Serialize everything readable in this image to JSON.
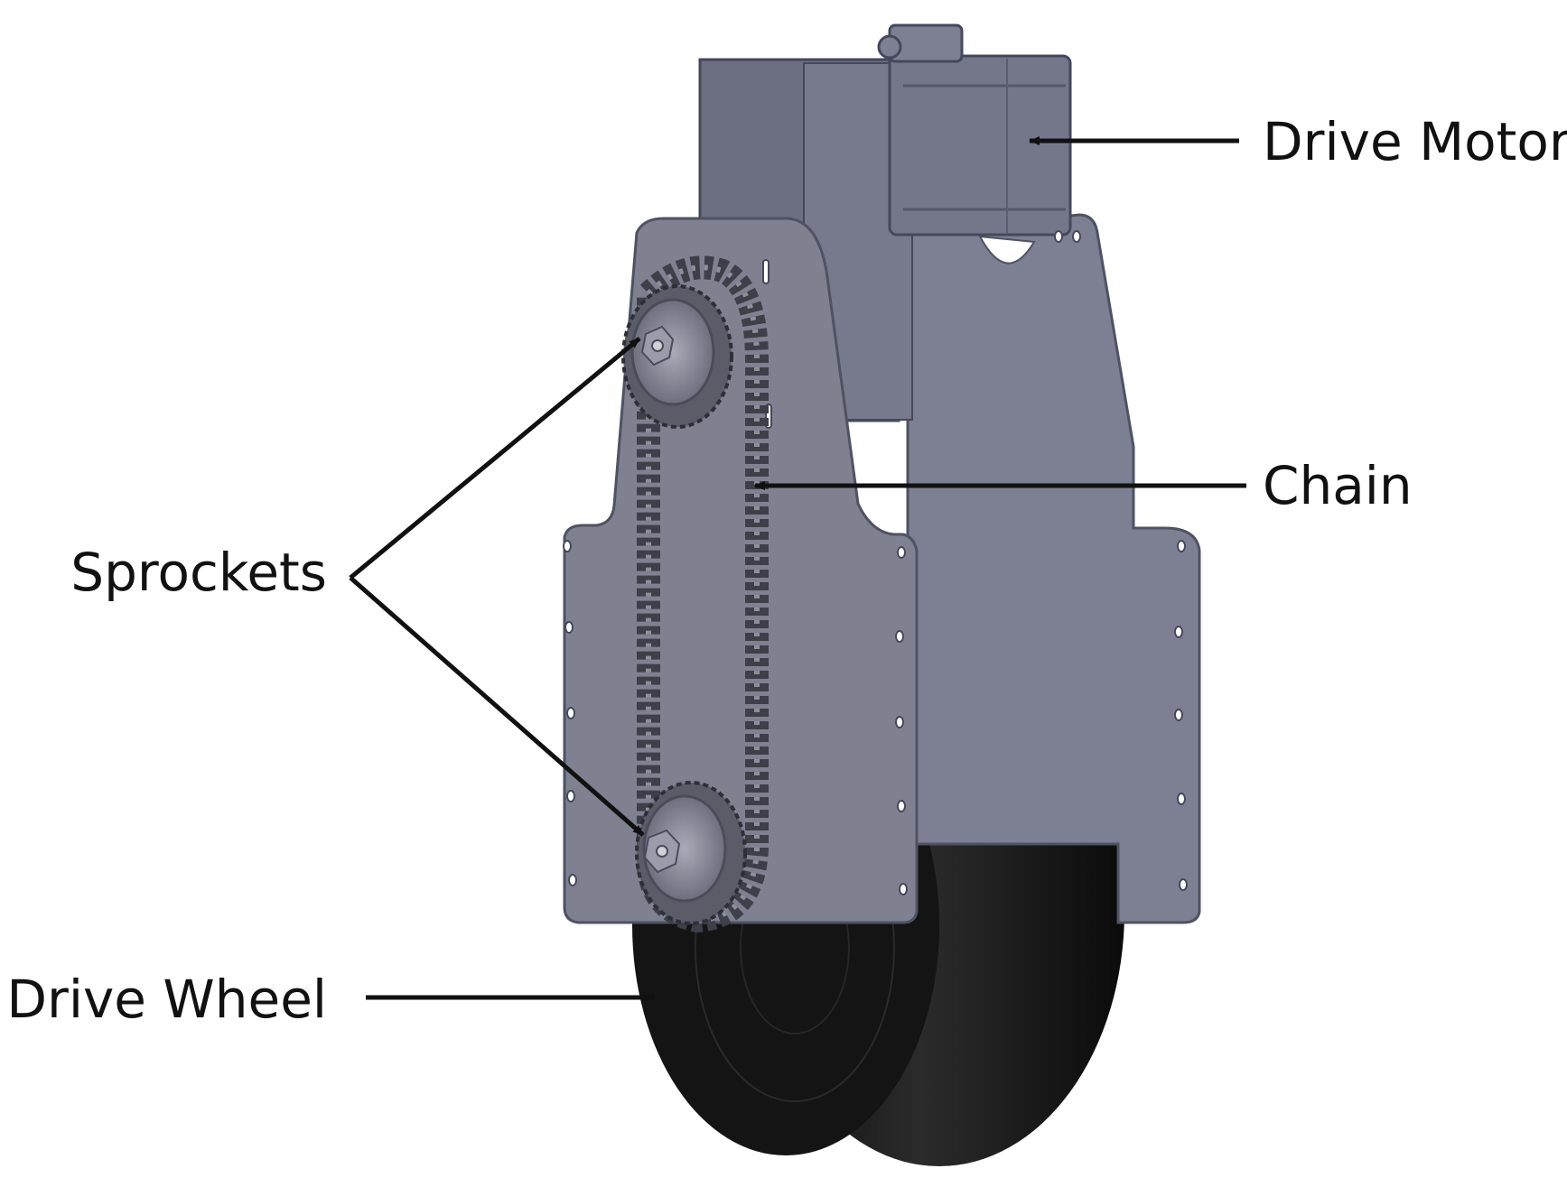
{
  "labels": {
    "drive_motor": "Drive Motor",
    "chain": "Chain",
    "sprockets": "Sprockets",
    "drive_wheel": "Drive Wheel"
  },
  "colors": {
    "plate": "#7f8191",
    "plate_dark": "#6f7182",
    "plate_edge": "#4f5262",
    "motor": "#74778a",
    "wheel": "#151515",
    "chain": "#3d3f49",
    "text": "#111111"
  }
}
